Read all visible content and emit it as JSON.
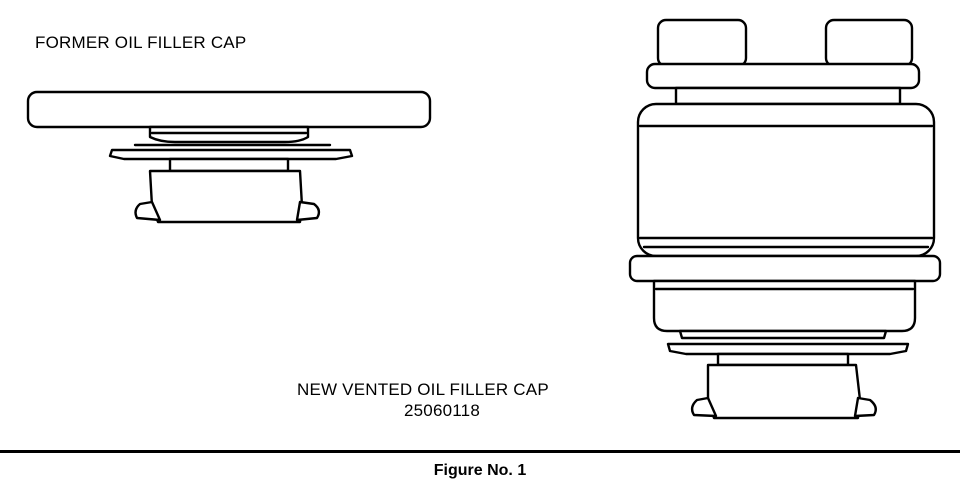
{
  "labels": {
    "former": "FORMER OIL FILLER CAP",
    "new_name": "NEW VENTED OIL FILLER CAP",
    "new_part": "25060118"
  },
  "caption": "Figure No. 1",
  "colors": {
    "ink": "#000000",
    "paper": "#ffffff"
  }
}
